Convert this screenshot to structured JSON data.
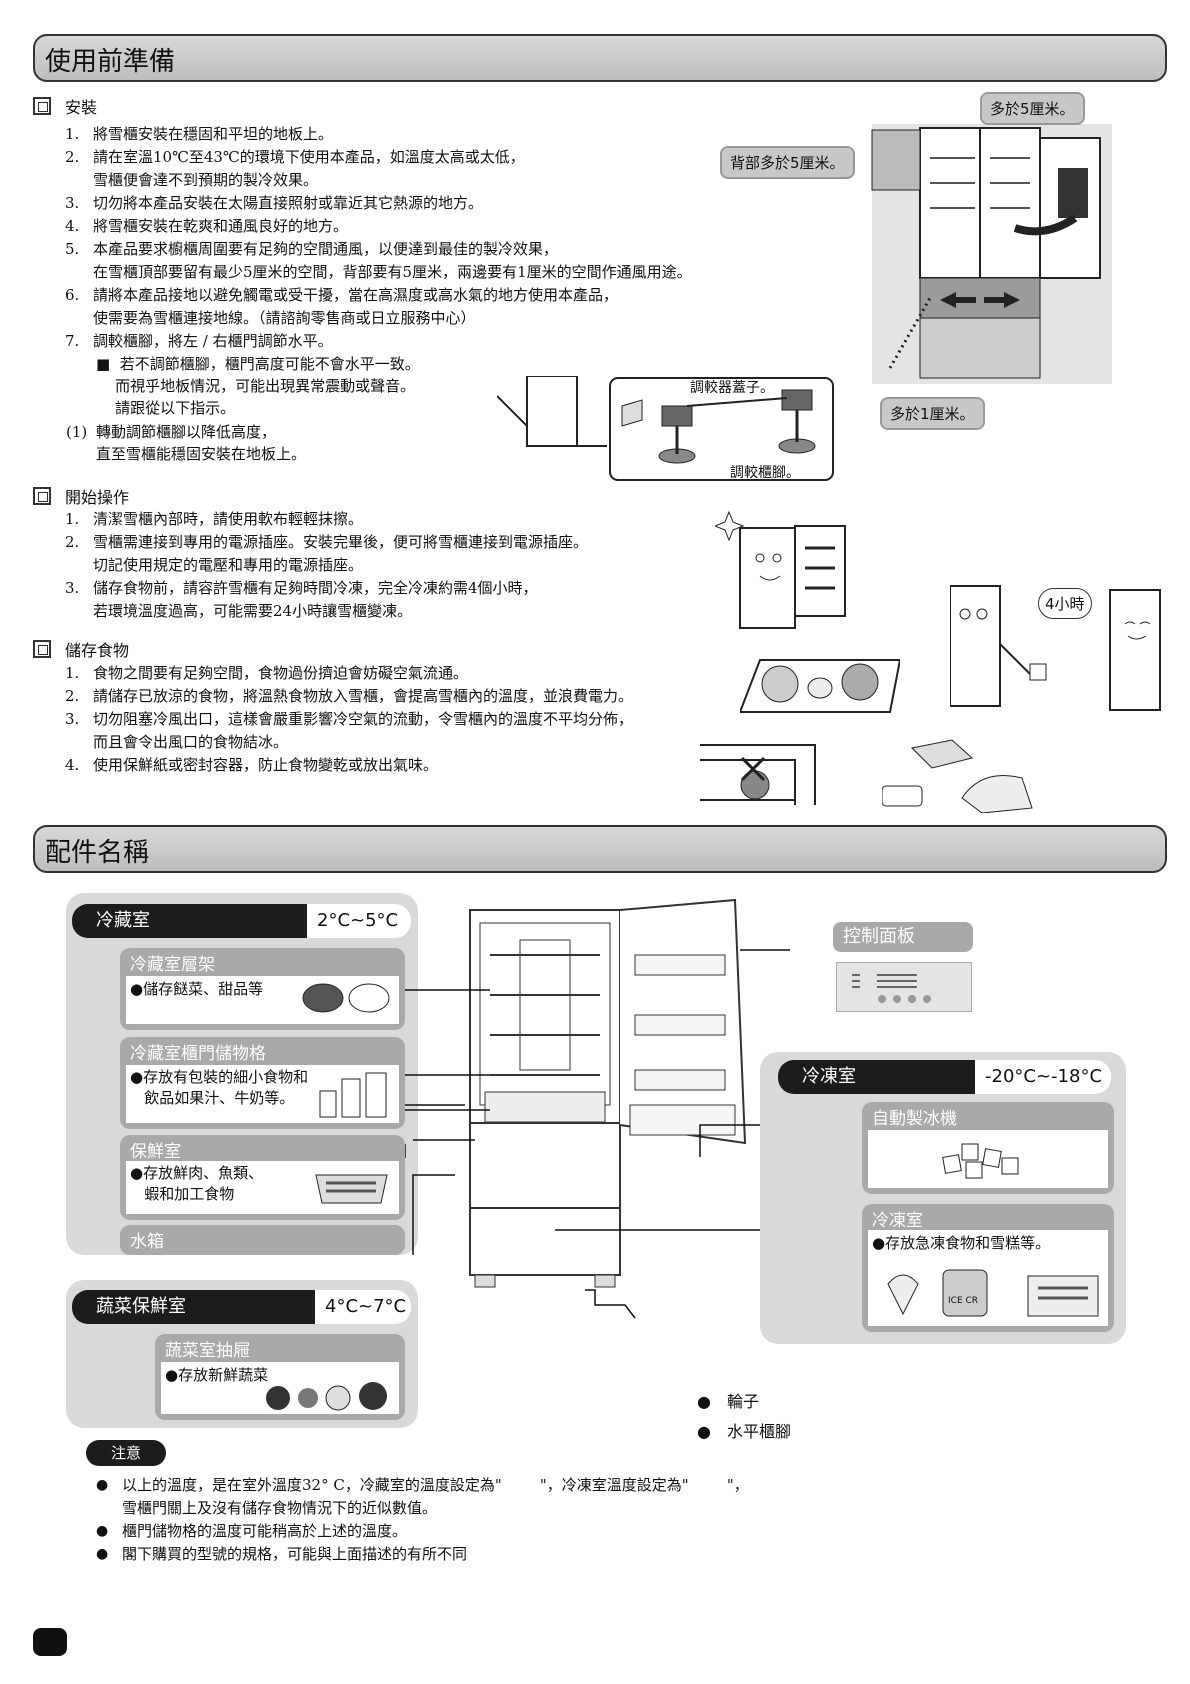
{
  "sections": {
    "prep_title": "使用前準備",
    "parts_title": "配件名稱"
  },
  "install": {
    "heading": "安裝",
    "items": [
      {
        "num": "1.",
        "text": "將雪櫃安裝在穩固和平坦的地板上。"
      },
      {
        "num": "2.",
        "text": "請在室溫10℃至43℃的環境下使用本產品，如溫度太高或太低，\n雪櫃便會達不到預期的製冷效果。"
      },
      {
        "num": "3.",
        "text": "切勿將本產品安裝在太陽直接照射或靠近其它熱源的地方。"
      },
      {
        "num": "4.",
        "text": "將雪櫃安裝在乾爽和通風良好的地方。"
      },
      {
        "num": "5.",
        "text": "本產品要求櫥櫃周圍要有足夠的空間通風，以便達到最佳的製冷效果，\n在雪櫃頂部要留有最少5厘米的空間，背部要有5厘米，兩邊要有1厘米的空間作通風用途。"
      },
      {
        "num": "6.",
        "text": "請將本產品接地以避免觸電或受干擾，當在高濕度或高水氣的地方使用本產品，\n使需要為雪櫃連接地線。（請諮詢零售商或日立服務中心）"
      },
      {
        "num": "7.",
        "text": "調較櫃腳，將左 / 右櫃門調節水平。"
      }
    ],
    "warning": "■  若不調節櫃腳，櫃門高度可能不會水平一致。\n    而視乎地板情況，可能出現異常震動或聲音。\n    請跟從以下指示。",
    "step_num": "(1)",
    "step": "轉動調節櫃腳以降低高度，\n直至雪櫃能穩固安裝在地板上。",
    "callout_top": "多於5厘米。",
    "callout_back": "背部多於5厘米。",
    "callout_side": "多於1厘米。",
    "cover_label": "調較器蓋子。",
    "foot_label": "調較櫃腳。"
  },
  "start": {
    "heading": "開始操作",
    "items": [
      {
        "num": "1.",
        "text": "清潔雪櫃內部時，請使用軟布輕輕抹擦。"
      },
      {
        "num": "2.",
        "text": "雪櫃需連接到專用的電源插座。安裝完畢後，便可將雪櫃連接到電源插座。\n切記使用規定的電壓和專用的電源插座。"
      },
      {
        "num": "3.",
        "text": "儲存食物前，請容許雪櫃有足夠時間冷凍，完全冷凍約需4個小時，\n若環境溫度過高，可能需要24小時讓雪櫃變凍。"
      }
    ],
    "four_hours": "4小時"
  },
  "storage": {
    "heading": "儲存食物",
    "items": [
      {
        "num": "1.",
        "text": "食物之間要有足夠空間，食物過份擠迫會妨礙空氣流通。"
      },
      {
        "num": "2.",
        "text": "請儲存已放涼的食物，將溫熱食物放入雪櫃，會提高雪櫃內的溫度，並浪費電力。"
      },
      {
        "num": "3.",
        "text": "切勿阻塞冷風出口，這樣會嚴重影響冷空氣的流動，令雪櫃內的溫度不平均分佈，\n而且會令出風口的食物結冰。"
      },
      {
        "num": "4.",
        "text": "使用保鮮紙或密封容器，防止食物變乾或放出氣味。"
      }
    ]
  },
  "parts": {
    "fridge": {
      "name": "冷藏室",
      "temp": "2°C~5°C",
      "shelf_title": "冷藏室層架",
      "shelf_desc": "●儲存餸菜、甜品等",
      "door_title": "冷藏室櫃門儲物格",
      "door_desc": "●存放有包裝的細小食物和\n   飲品如果汁、牛奶等。",
      "fresh_title": "保鮮室",
      "fresh_desc": "●存放鮮肉、魚類、\n   蝦和加工食物",
      "water_title": "水箱"
    },
    "veg": {
      "name": "蔬菜保鮮室",
      "temp": "4°C~7°C",
      "drawer_title": "蔬菜室抽屜",
      "drawer_desc": "●存放新鮮蔬菜"
    },
    "control": {
      "title": "控制面板"
    },
    "freezer": {
      "name": "冷凍室",
      "temp": "-20°C~-18°C",
      "ice_title": "自動製冰機",
      "freeze_title": "冷凍室",
      "freeze_desc": "●存放急凍食物和雪糕等。",
      "ice_cream_label": "ICE CR"
    },
    "wheels": "輪子",
    "level_foot": "水平櫃腳"
  },
  "note": {
    "label": "注意",
    "items": [
      "以上的溫度，是在室外溫度32° C，冷藏室的溫度設定為\"        \"，冷凍室溫度設定為\"        \"，\n雪櫃門關上及沒有儲存食物情況下的近似數值。",
      "櫃門儲物格的溫度可能稍高於上述的溫度。",
      "閣下購買的型號的規格，可能與上面描述的有所不同"
    ]
  }
}
